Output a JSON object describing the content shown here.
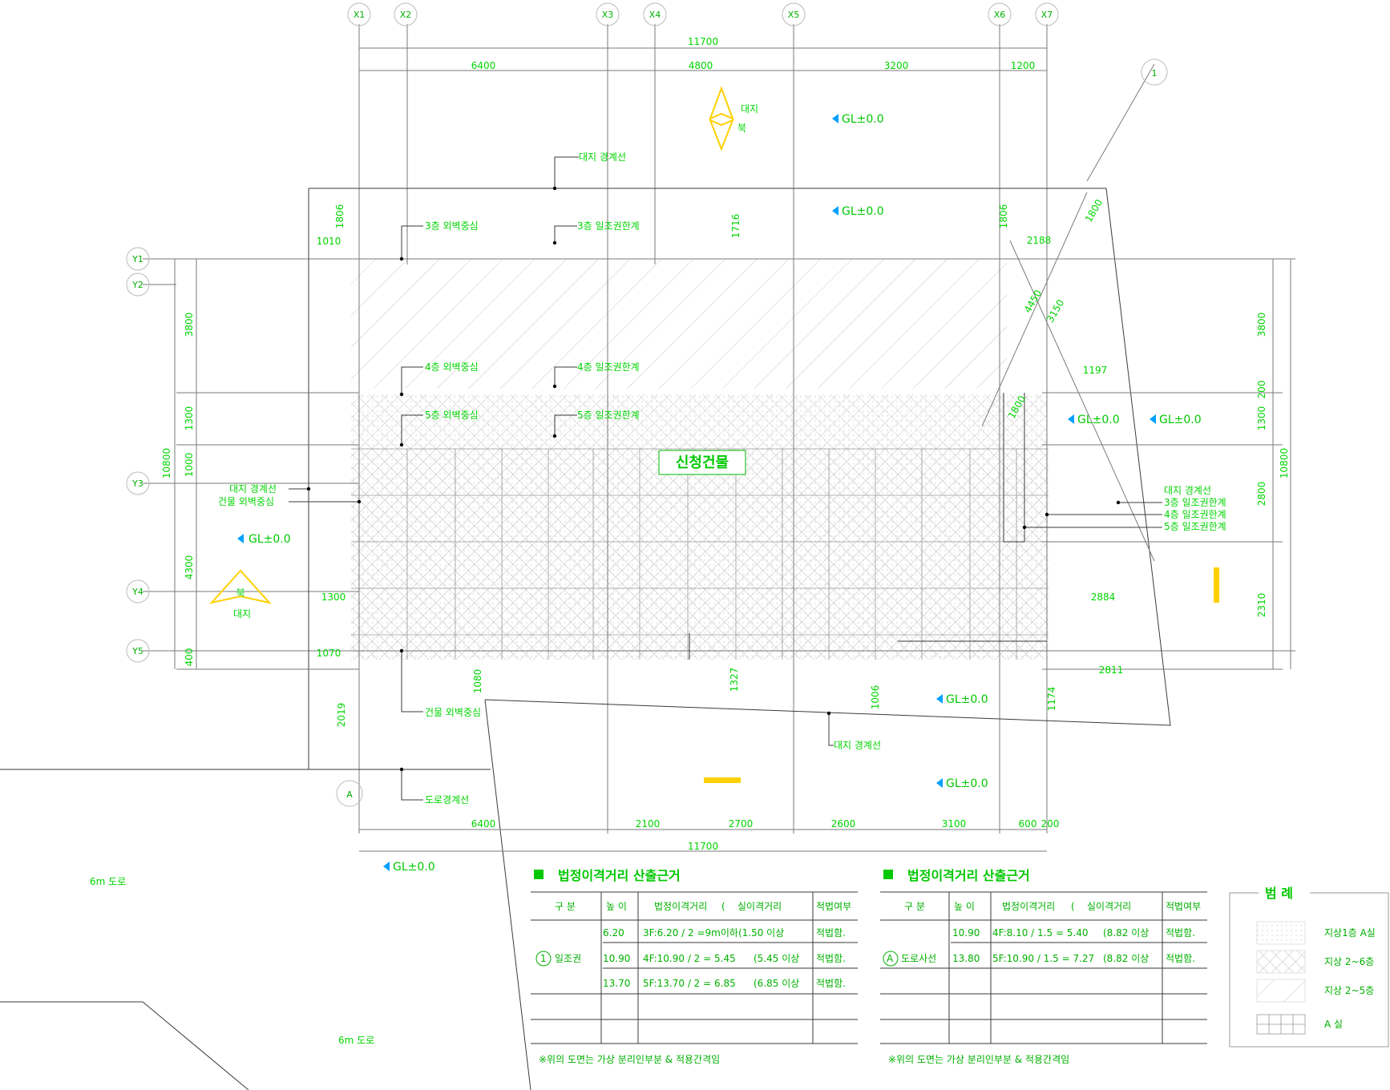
{
  "axes_x": [
    "X1",
    "X2",
    "X3",
    "X4",
    "X5",
    "X6",
    "X7"
  ],
  "axes_y": [
    "Y1",
    "Y2",
    "Y3",
    "Y4",
    "Y5"
  ],
  "section_markers": [
    "1",
    "A"
  ],
  "dims_top": {
    "overall": "11700",
    "segments": [
      "6400",
      "4800",
      "3200",
      "1200"
    ]
  },
  "dims_bottom": {
    "overall": "11700",
    "segments": [
      "6400",
      "2100",
      "2700",
      "2600",
      "3100",
      "600",
      "200"
    ]
  },
  "dims_left": {
    "overall": "10800",
    "segments": [
      "3800",
      "1300",
      "1000",
      "4300",
      "400"
    ]
  },
  "dims_right": {
    "overall": "10800",
    "segments": [
      "3800",
      "200",
      "1300",
      "2800",
      "2310"
    ]
  },
  "dims_misc": {
    "d1010": "1010",
    "d1806a": "1806",
    "d1716": "1716",
    "d1806b": "1806",
    "d2188": "2188",
    "d1800": "1800",
    "d4450": "4450",
    "d3150": "3150",
    "d1800b": "1800",
    "d1197": "1197",
    "d1300": "1300",
    "d2884": "2884",
    "d1070": "1070",
    "d2019": "2019",
    "d1080": "1080",
    "d1327": "1327",
    "d1006": "1006",
    "d1174": "1174",
    "d2811": "2811"
  },
  "labels": {
    "north_site_top": "대지",
    "north_site_bottom": "북",
    "north_site_left_top": "북",
    "north_site_left_bottom": "대지",
    "boundary_top": "대지 경계선",
    "f3_outer": "3층 외벽중심",
    "f3_limit": "3층 일조권한계",
    "f4_outer": "4층 외벽중심",
    "f4_limit": "4층 일조권한계",
    "f5_outer": "5층 외벽중심",
    "f5_limit": "5층 일조권한계",
    "boundary_left": "대지 경계선",
    "building_outer_left": "건물 외벽중심",
    "building_outer_bottom": "건물 외벽중심",
    "boundary_bottom": "대지 경계선",
    "road_boundary": "도로경계선",
    "boundary_right": "대지 경계선",
    "f3_limit_right": "3층 일조권한계",
    "f4_limit_right": "4층 일조권한계",
    "f5_limit_right": "5층 일조권한계",
    "building": "신청건물",
    "road_6m_a": "6m 도로",
    "road_6m_b": "6m 도로"
  },
  "gl_marks": [
    "GL±0.0",
    "GL±0.0",
    "GL±0.0",
    "GL±0.0",
    "GL±0.0",
    "GL±0.0",
    "GL±0.0",
    "GL±0.0"
  ],
  "table1": {
    "title": "법정이격거리 산출근거",
    "headers": [
      "구 분",
      "높 이",
      "법정이격거리",
      "(",
      "실이격거리",
      "적법여부"
    ],
    "group_label": "일조권",
    "rows": [
      [
        "6.20",
        "3F:6.20 / 2 =9m이하(1.50 이상",
        "적법함."
      ],
      [
        "10.90",
        "4F:10.90 / 2 = 5.45",
        "(5.45 이상",
        "적법함."
      ],
      [
        "13.70",
        "5F:13.70 / 2 = 6.85",
        "(6.85 이상",
        "적법함."
      ]
    ],
    "footnote": "※위의 도면는 가상 분리인부분 & 적용간격임"
  },
  "table2": {
    "title": "법정이격거리 산출근거",
    "headers": [
      "구 분",
      "높 이",
      "법정이격거리",
      "(",
      "실이격거리",
      "적법여부"
    ],
    "group_label": "도로사선",
    "rows": [
      [
        "10.90",
        "4F:8.10 / 1.5 = 5.40",
        "(8.82 이상",
        "적법함."
      ],
      [
        "13.80",
        "5F:10.90 / 1.5 = 7.27",
        "(8.82 이상",
        "적법함."
      ]
    ],
    "footnote": "※위의 도면는 가상 분리인부분 & 적용간격임"
  },
  "legend": {
    "title": "범 례",
    "items": [
      "지상1층 A실",
      "지상 2~6층",
      "지상 2~5층",
      "A 실"
    ]
  },
  "colors": {
    "text": "#00d600",
    "lines": "#7a7a7a",
    "accent": "#ffd000",
    "gl_marker": "#00a0ff"
  }
}
